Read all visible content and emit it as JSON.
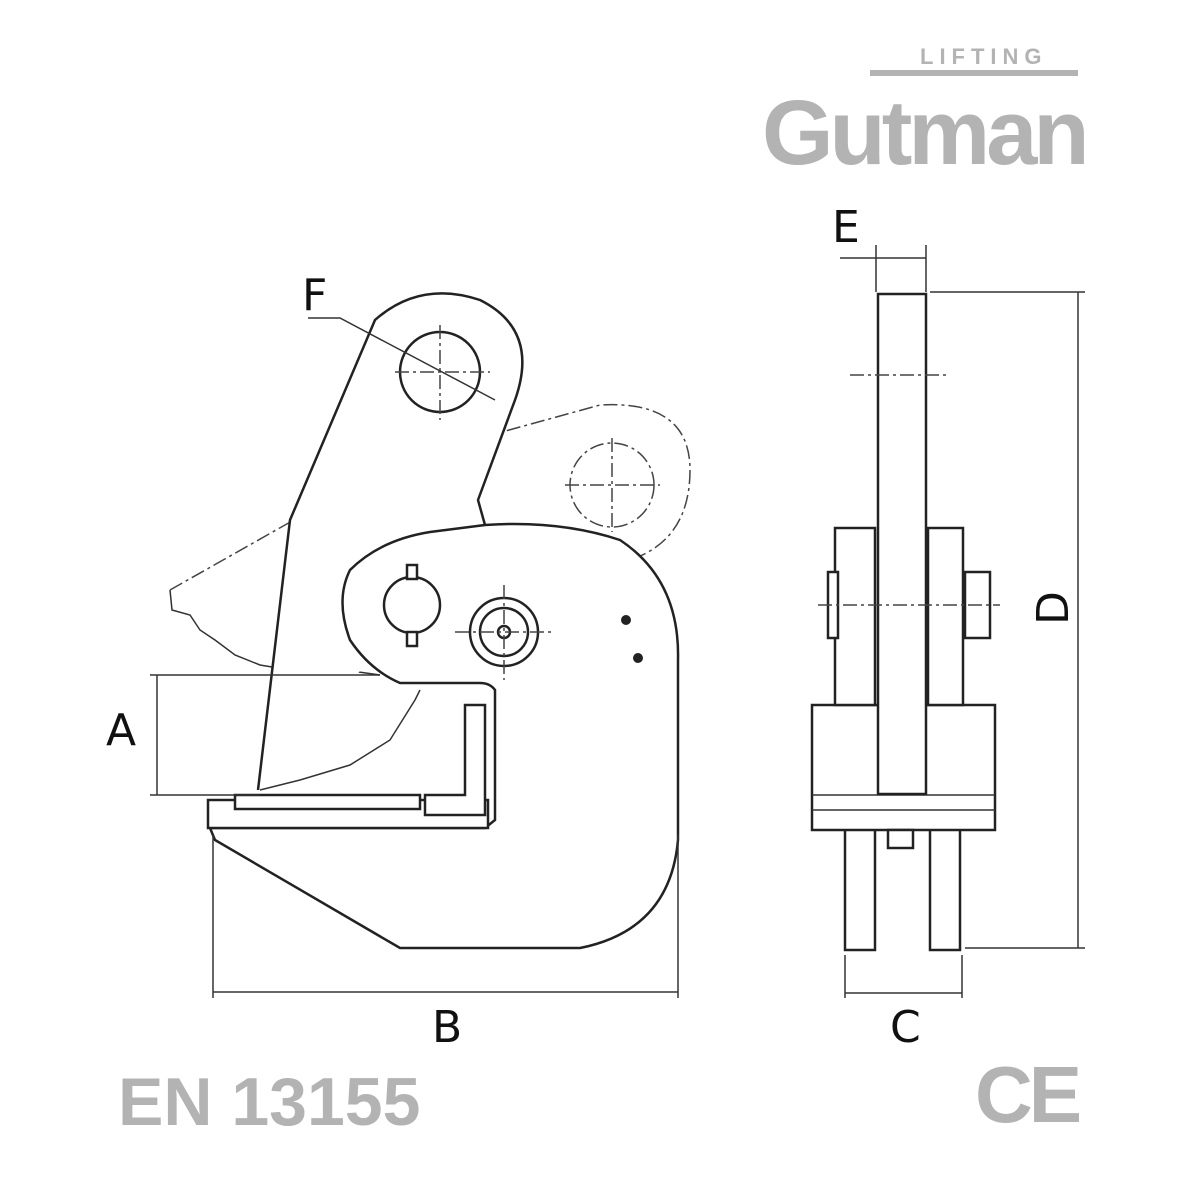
{
  "brand": {
    "name": "Gutman",
    "tagline": "LIFTING",
    "color": "#b3b3b3"
  },
  "dimensions": {
    "a": "A",
    "b": "B",
    "c": "C",
    "d": "D",
    "e": "E",
    "f": "F"
  },
  "standard": "EN 13155",
  "mark": "CE"
}
